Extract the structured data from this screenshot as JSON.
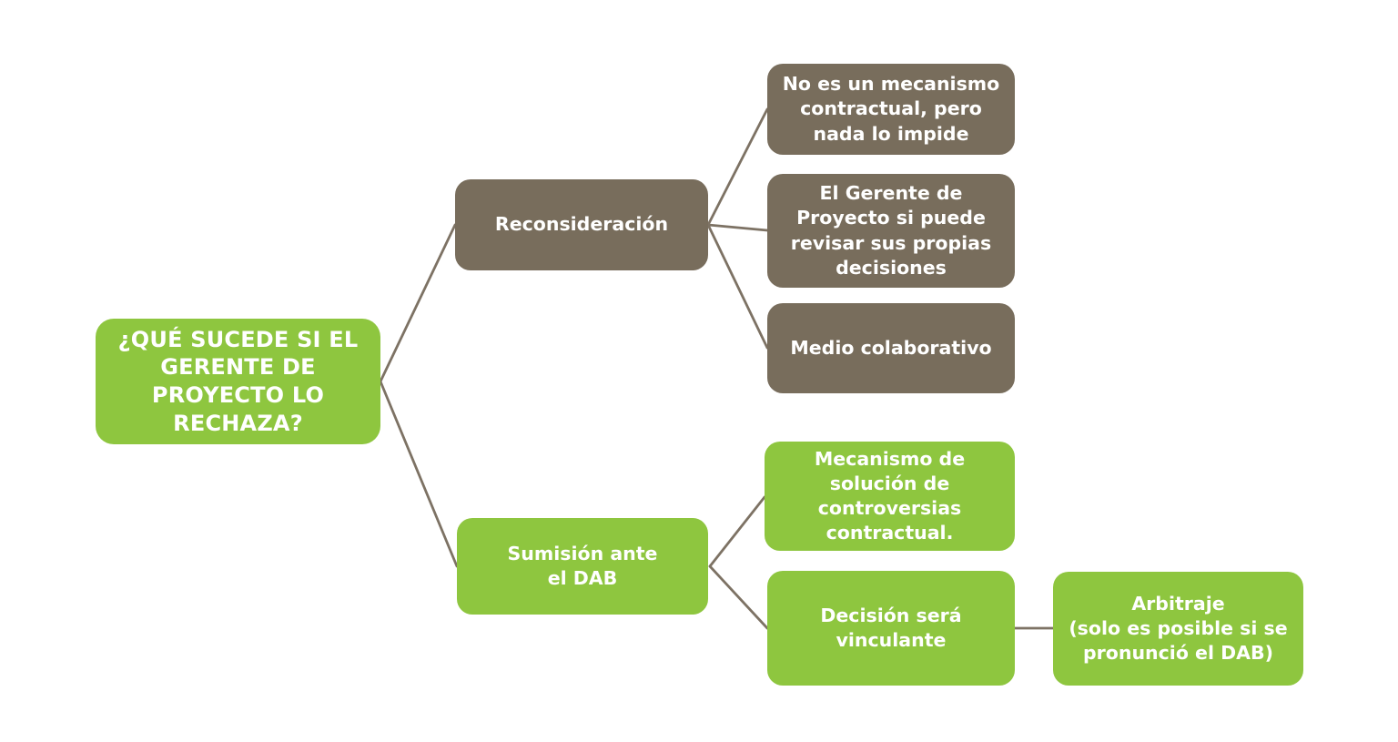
{
  "colors": {
    "node_green": "#8ec63f",
    "node_brown": "#786d5c",
    "connector": "#7d7264",
    "background": "#ffffff",
    "text": "#ffffff"
  },
  "mindmap": {
    "root": {
      "label": "¿QUÉ SUCEDE SI EL\nGERENTE DE\nPROYECTO LO\nRECHAZA?"
    },
    "branches": [
      {
        "label": "Reconsideración",
        "children": [
          {
            "label": "No es un mecanismo\ncontractual, pero\nnada lo impide"
          },
          {
            "label": "El Gerente de\nProyecto si puede\nrevisar sus propias\ndecisiones"
          },
          {
            "label": "Medio colaborativo"
          }
        ]
      },
      {
        "label": "Sumisión ante\nel DAB",
        "children": [
          {
            "label": "Mecanismo de\nsolución de\ncontroversias\ncontractual."
          },
          {
            "label": "Decisión será\nvinculante",
            "children": [
              {
                "label": "Arbitraje\n(solo es posible si se\npronunció el DAB)"
              }
            ]
          }
        ]
      }
    ]
  }
}
